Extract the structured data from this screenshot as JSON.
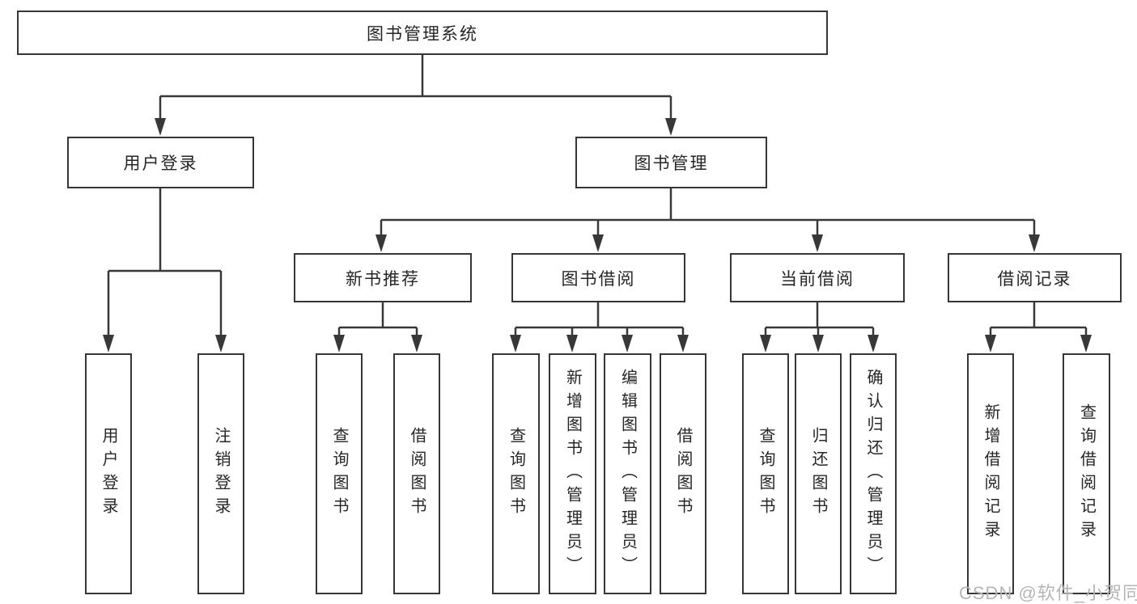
{
  "colors": {
    "line": "#383838",
    "box_border": "#363636",
    "text": "#262626",
    "background": "#ffffff",
    "watermark": "#b5b5b5"
  },
  "watermark": {
    "text": "CSDN @软件_小贺同学"
  },
  "tree": {
    "root": {
      "label": "图书管理系统"
    },
    "branches": [
      {
        "label": "用户登录",
        "children": [
          {
            "label": "用户登录"
          },
          {
            "label": "注销登录"
          }
        ]
      },
      {
        "label": "图书管理",
        "children": [
          {
            "label": "新书推荐",
            "children": [
              {
                "label": "查询图书"
              },
              {
                "label": "借阅图书"
              }
            ]
          },
          {
            "label": "图书借阅",
            "children": [
              {
                "label": "查询图书"
              },
              {
                "label": "新增图书（管理员）"
              },
              {
                "label": "编辑图书（管理员）"
              },
              {
                "label": "借阅图书"
              }
            ]
          },
          {
            "label": "当前借阅",
            "children": [
              {
                "label": "查询图书"
              },
              {
                "label": "归还图书"
              },
              {
                "label": "确认归还（管理员）"
              }
            ]
          },
          {
            "label": "借阅记录",
            "children": [
              {
                "label": "新增借阅记录"
              },
              {
                "label": "查询借阅记录"
              }
            ]
          }
        ]
      }
    ]
  }
}
